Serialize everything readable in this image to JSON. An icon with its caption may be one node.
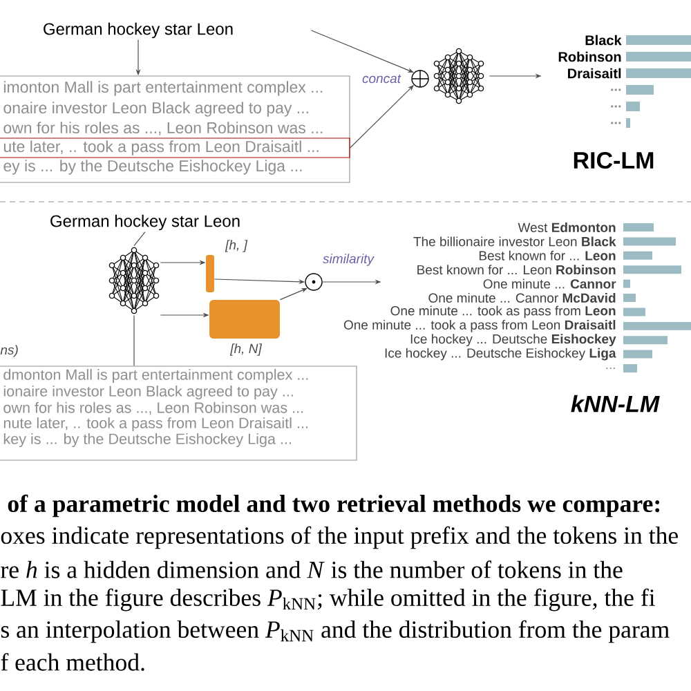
{
  "diagram": {
    "nodes": [
      {
        "text": [
          "German hockey star Leon"
        ]
      },
      {
        "text": [
          "imonton Mall is part entertainment complex ...",
          "onaire investor Leon Black agreed to pay ...",
          "own for his roles as ..., Leon Robinson was ...",
          "ey is ... by the Deutsche Eishockey Liga ..."
        ]
      },
      {
        "text": [
          "ute later, .. took a pass from Leon Draisaitl ..."
        ],
        "in": 1
      },
      {
        "text": [],
        "shape": "circle",
        "beside": [
          "concat"
        ]
      },
      {
        "text": [],
        "shape": "picture"
      },
      {
        "text": [
          "Black",
          "Robinson",
          "Draisaitl",
          "...",
          "...",
          "..."
        ]
      },
      {
        "text": [
          "German hockey star Leon"
        ]
      },
      {
        "text": [],
        "shape": "picture"
      },
      {
        "text": [
          "dmonton Mall is part entertainment complex ...",
          "ionaire investor Leon Black agreed to pay ...",
          "own for his roles as ..., Leon Robinson was ...",
          "nute later, .. took a pass from Leon Draisaitl ...",
          "key is ... by the Deutsche Eishockey Liga ..."
        ]
      },
      {
        "text": [],
        "shape": "bar",
        "beside": [
          "[h, ]"
        ]
      },
      {
        "text": [],
        "shape": "box",
        "beside": [
          "[h, N]"
        ]
      },
      {
        "text": [],
        "shape": "circle",
        "beside": [
          "similarity"
        ]
      },
      {
        "text": [
          "West **Edmonton**",
          "The billionaire investor Leon **Black**",
          "Best known for ... **Leon**",
          "Best known for ... Leon **Robinson**",
          "One minute ... **Cannor**",
          "One minute ... Cannor **McDavid**",
          "One minute ... took as pass from **Leon**",
          "One minute ... took a pass from Leon **Draisaitl**",
          "Ice hockey ... Deutsche **Eishockey**",
          "Ice hockey ... Deutsche Eishockey **Liga**",
          "..."
        ]
      }
    ],
    "edges": [
      {
        "from": 0,
        "to": 1,
        "arrow": "to"
      },
      {
        "from": 0,
        "to": 3,
        "arrow": "to"
      },
      {
        "from": 2,
        "to": 3,
        "arrow": "to"
      },
      {
        "from": 4,
        "to": 5,
        "arrow": "to"
      },
      {
        "from": 6,
        "to": 7,
        "arrow": "none"
      },
      {
        "from": 7,
        "to": 8,
        "arrow": "none"
      },
      {
        "from": 7,
        "to": 9,
        "arrow": "to"
      },
      {
        "from": 7,
        "to": 10,
        "arrow": "to"
      },
      {
        "from": 9,
        "to": 11,
        "arrow": "to"
      },
      {
        "from": 10,
        "to": 11,
        "arrow": "to"
      },
      {
        "from": 11,
        "to": 12,
        "arrow": "to"
      }
    ],
    "labels": [
      "RIC-LM",
      "ns)",
      "kNN-LM",
      "of a parametric model and two retrieval methods we compare:",
      "oxes indicate representations of the input prefix and the tokens in the",
      "re *h* is a hidden dimension and *N* is the number of tokens in the",
      "LM in the figure describes *P*$_{kNN}$; while omitted in the figure, the fi",
      "s an interpolation between *P*$_{kNN}$ and the distribution from the param",
      "f each method."
    ]
  }
}
